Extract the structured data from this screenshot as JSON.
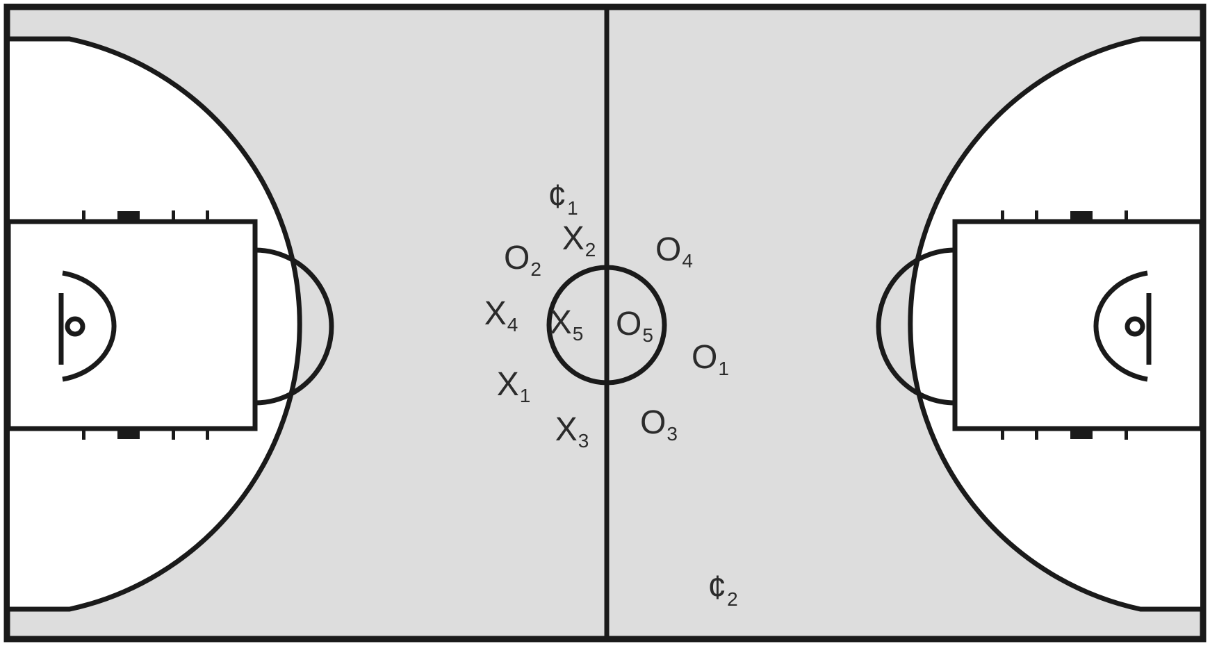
{
  "colors": {
    "court_fill": "#dddddd",
    "key_fill": "#ffffff",
    "line": "#1a1a1a",
    "text": "#2b2b2b"
  },
  "players": [
    {
      "id": "c1",
      "team": "coach",
      "letter": "¢",
      "number": "1"
    },
    {
      "id": "x2",
      "team": "X",
      "letter": "X",
      "number": "2"
    },
    {
      "id": "o2",
      "team": "O",
      "letter": "O",
      "number": "2"
    },
    {
      "id": "o4",
      "team": "O",
      "letter": "O",
      "number": "4"
    },
    {
      "id": "x4",
      "team": "X",
      "letter": "X",
      "number": "4"
    },
    {
      "id": "x5",
      "team": "X",
      "letter": "X",
      "number": "5"
    },
    {
      "id": "o5",
      "team": "O",
      "letter": "O",
      "number": "5"
    },
    {
      "id": "o1",
      "team": "O",
      "letter": "O",
      "number": "1"
    },
    {
      "id": "x1",
      "team": "X",
      "letter": "X",
      "number": "1"
    },
    {
      "id": "x3",
      "team": "X",
      "letter": "X",
      "number": "3"
    },
    {
      "id": "o3",
      "team": "O",
      "letter": "O",
      "number": "3"
    },
    {
      "id": "c2",
      "team": "coach",
      "letter": "¢",
      "number": "2"
    }
  ]
}
